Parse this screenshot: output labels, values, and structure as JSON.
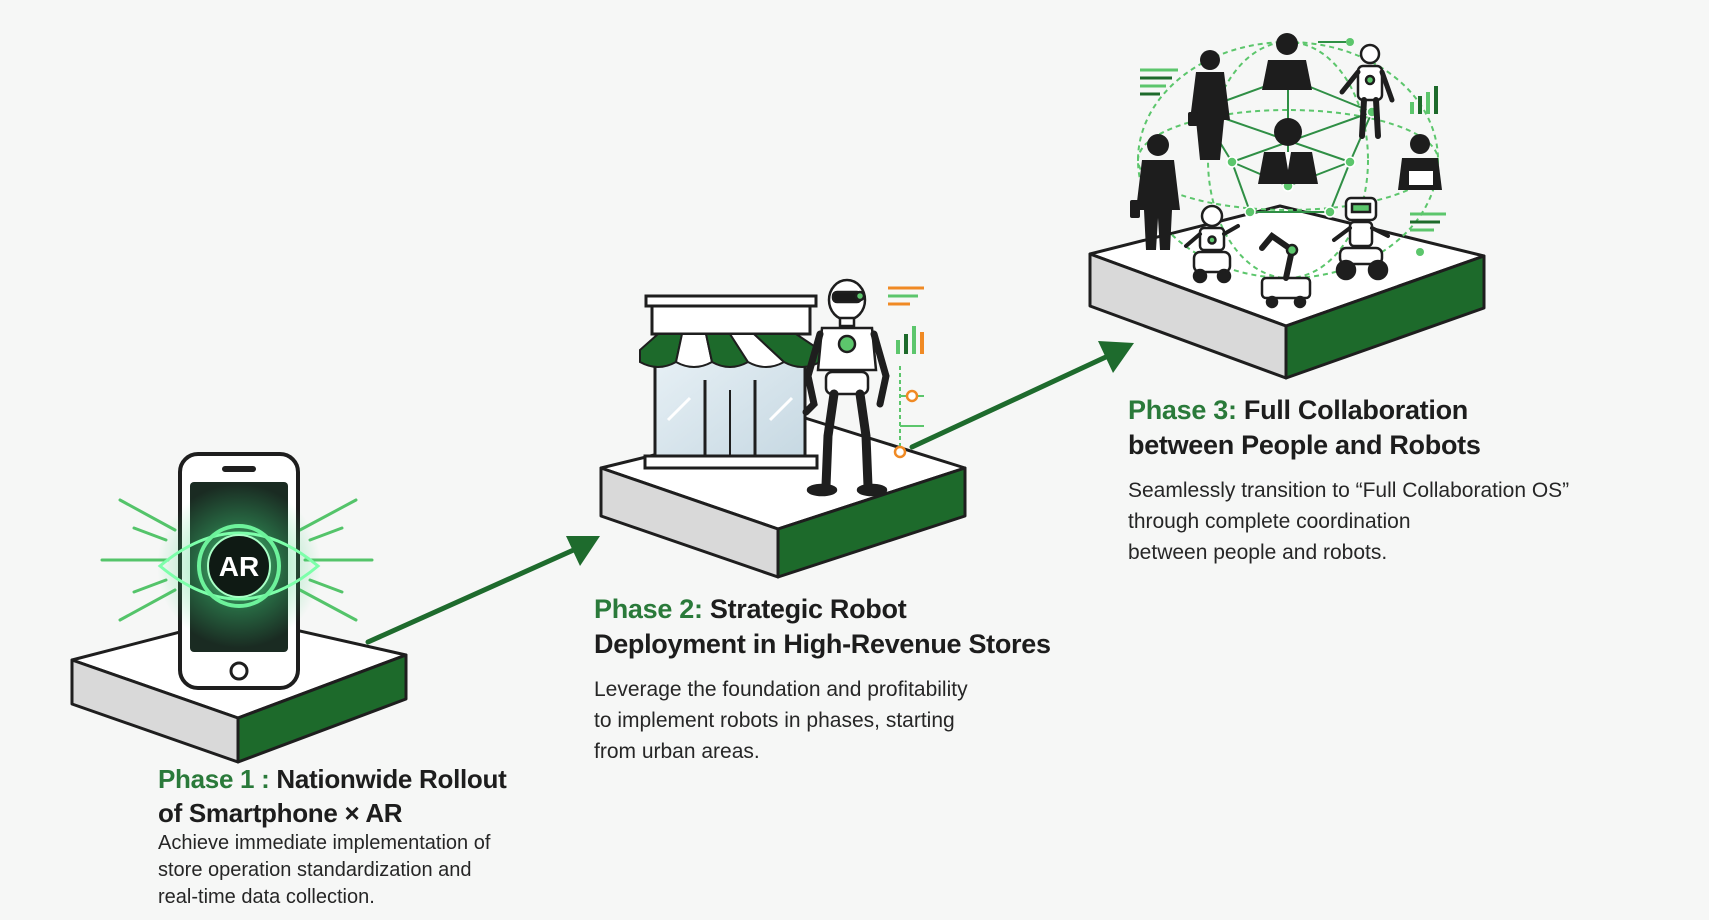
{
  "phase1": {
    "label": "Phase 1 :",
    "title_line1": "Nationwide Rollout",
    "title_line2": "of Smartphone × AR",
    "desc_lines": [
      "Achieve immediate implementation of",
      "store operation standardization and",
      "real-time data collection."
    ],
    "badge": "AR"
  },
  "phase2": {
    "label": "Phase 2:",
    "title_line1": "Strategic Robot",
    "title_line2": "Deployment in High-Revenue Stores",
    "desc_lines": [
      "Leverage the foundation and profitability",
      "to implement robots in phases, starting",
      "from urban areas."
    ]
  },
  "phase3": {
    "label": "Phase 3:",
    "title_line1": "Full Collaboration",
    "title_line2": "between People and Robots",
    "desc_lines": [
      "Seamlessly transition to “Full Collaboration OS”",
      "through complete coordination",
      "between people and robots."
    ]
  },
  "colors": {
    "accent_green": "#2a7a3a",
    "glow_green": "#45d27a",
    "dark": "#1d1d1d",
    "orange": "#f08a24"
  }
}
